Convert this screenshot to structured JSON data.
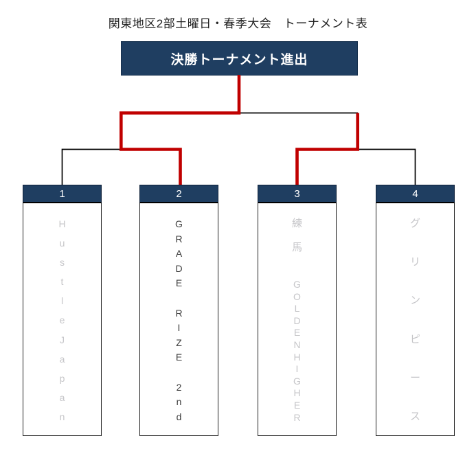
{
  "page": {
    "title": "関東地区2部土曜日・春季大会　トーナメント表"
  },
  "champion_box": {
    "label": "決勝トーナメント進出"
  },
  "colors": {
    "navy": "#1f3e61",
    "advance_red": "#c00000",
    "line_black": "#000000",
    "dimmed_name_gray": "#c5c5c8",
    "active_name_dark": "#3d3d3d",
    "header_number_white": "#ffffff"
  },
  "teams": [
    {
      "seed": "1",
      "name": "Hustle Japan",
      "path_color": "black",
      "name_color": "#c5c5c8",
      "slots": [
        "H",
        "u",
        "s",
        "t",
        "l",
        "e",
        "J",
        "a",
        "p",
        "a",
        "n"
      ]
    },
    {
      "seed": "2",
      "name": "GRADE RIZE 2nd",
      "path_color": "red",
      "name_color": "#3d3d3d",
      "slots": [
        "G",
        "R",
        "A",
        "D",
        "E",
        " ",
        "R",
        "I",
        "Z",
        "E",
        " ",
        "2",
        "n",
        "d"
      ]
    },
    {
      "seed": "3",
      "name": "練馬 GOLDENHIGHER",
      "path_color": "red",
      "name_color": "#c5c5c8",
      "slots": [
        "練",
        " ",
        "馬",
        " ",
        " ",
        "G",
        "O",
        "L",
        "D",
        "E",
        "N",
        "H",
        "I",
        "G",
        "H",
        "E",
        "R"
      ]
    },
    {
      "seed": "4",
      "name": "グリンピース",
      "path_color": "black",
      "name_color": "#c5c5c8",
      "slots": [
        "グ",
        "リ",
        "ン",
        "ピ",
        "ー",
        "ス"
      ]
    }
  ]
}
